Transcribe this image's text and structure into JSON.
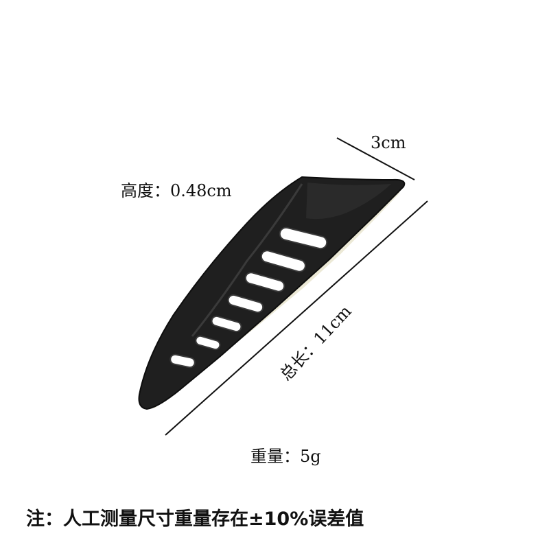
{
  "labels": {
    "height": "高度：0.48cm",
    "width": "3cm",
    "length": "总长：11cm",
    "weight": "重量：5g",
    "note": "注：人工测量尺寸重量存在±10%误差值"
  },
  "colors": {
    "sheath": "#1f1f1f",
    "sheath_edge": "#0d0d0d",
    "slot": "#ffffff",
    "line": "#111111",
    "background": "#ffffff"
  }
}
